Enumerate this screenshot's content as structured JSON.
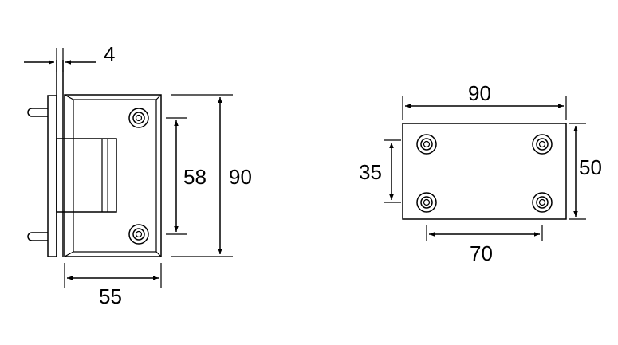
{
  "side_view": {
    "dims": {
      "thickness": "4",
      "hole_spacing": "58",
      "height": "90",
      "width": "55"
    }
  },
  "front_view": {
    "dims": {
      "width": "90",
      "height": "50",
      "hole_spacing_vertical": "35",
      "hole_spacing_horizontal": "70"
    }
  },
  "colors": {
    "line": "#000000",
    "background": "#ffffff"
  }
}
